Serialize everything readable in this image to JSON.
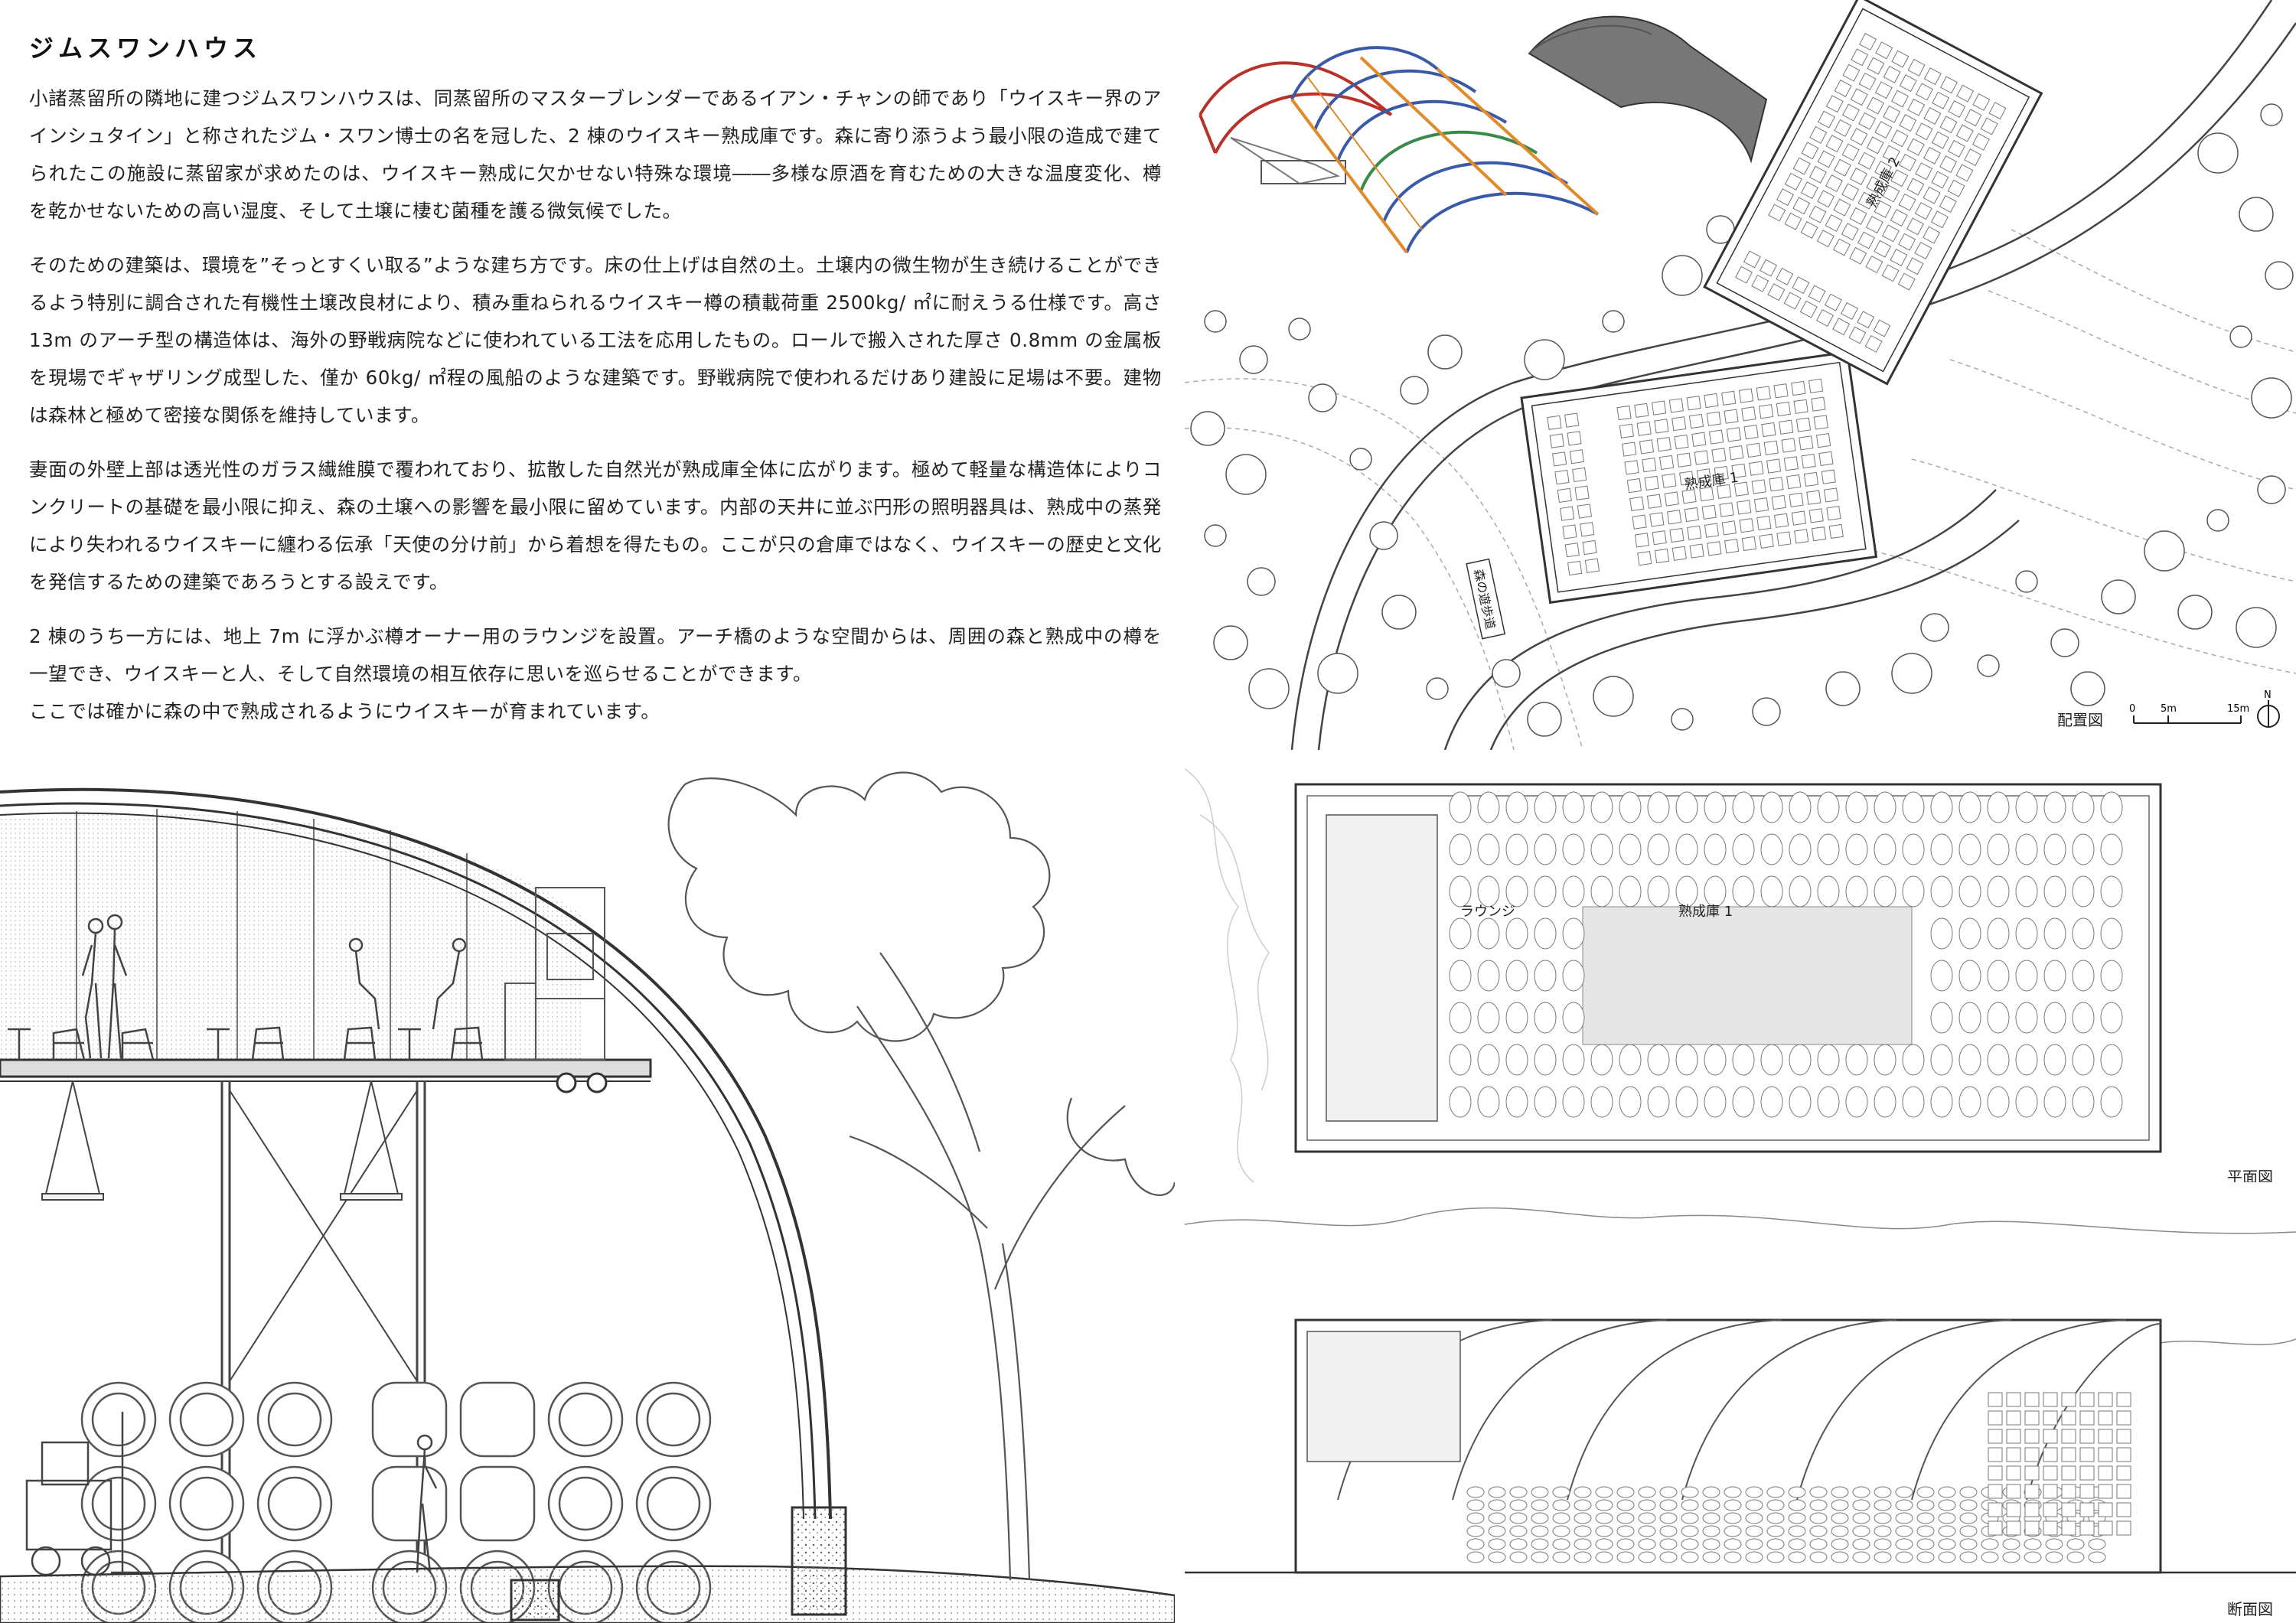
{
  "title": "ジムスワンハウス",
  "paragraphs": [
    "小諸蒸留所の隣地に建つジムスワンハウスは、同蒸留所のマスターブレンダーであるイアン・チャンの師であり「ウイスキー界のアインシュタイン」と称されたジム・スワン博士の名を冠した、2 棟のウイスキー熟成庫です。森に寄り添うよう最小限の造成で建てられたこの施設に蒸留家が求めたのは、ウイスキー熟成に欠かせない特殊な環境――多様な原酒を育むための大きな温度変化、樽を乾かせないための高い湿度、そして土壌に棲む菌種を護る微気候でした。",
    "そのための建築は、環境を”そっとすくい取る”ような建ち方です。床の仕上げは自然の土。土壌内の微生物が生き続けることができるよう特別に調合された有機性土壌改良材により、積み重ねられるウイスキー樽の積載荷重 2500kg/ ㎡に耐えうる仕様です。高さ 13m のアーチ型の構造体は、海外の野戦病院などに使われている工法を応用したもの。ロールで搬入された厚さ 0.8mm の金属板を現場でギャザリング成型した、僅か 60kg/ ㎡程の風船のような建築です。野戦病院で使われるだけあり建設に足場は不要。建物は森林と極めて密接な関係を維持しています。",
    "妻面の外壁上部は透光性のガラス繊維膜で覆われており、拡散した自然光が熟成庫全体に広がります。極めて軽量な構造体によりコンクリートの基礎を最小限に抑え、森の土壌への影響を最小限に留めています。内部の天井に並ぶ円形の照明器具は、熟成中の蒸発により失われるウイスキーに纏わる伝承「天使の分け前」から着想を得たもの。ここが只の倉庫ではなく、ウイスキーの歴史と文化を発信するための建築であろうとする設えです。",
    "2 棟のうち一方には、地上 7m に浮かぶ樽オーナー用のラウンジを設置。アーチ橋のような空間からは、周囲の森と熟成中の樽を一望でき、ウイスキーと人、そして自然環境の相互依存に思いを巡らせることができます。"
  ],
  "closing": "ここでは確かに森の中で熟成されるようにウイスキーが育まれています。",
  "site_plan": {
    "building1_label": "熟成庫 1",
    "building2_label": "熟成庫 2",
    "path_label": "森の遊歩道",
    "caption": "配置図",
    "scale": {
      "zero": "0",
      "mid": "5m",
      "end": "15m",
      "north": "N"
    }
  },
  "plan": {
    "room_label": "熟成庫 1",
    "lounge_label": "ラウンジ",
    "caption": "平面図"
  },
  "elevation": {
    "caption": "断面図"
  },
  "colors": {
    "line": "#333333",
    "light_line": "#888888",
    "tint": "#e6e6e6",
    "arch_red": "#b8322a",
    "arch_blue": "#3a5aa8",
    "arch_orange": "#e08a2a",
    "arch_green": "#3c8a4a"
  }
}
